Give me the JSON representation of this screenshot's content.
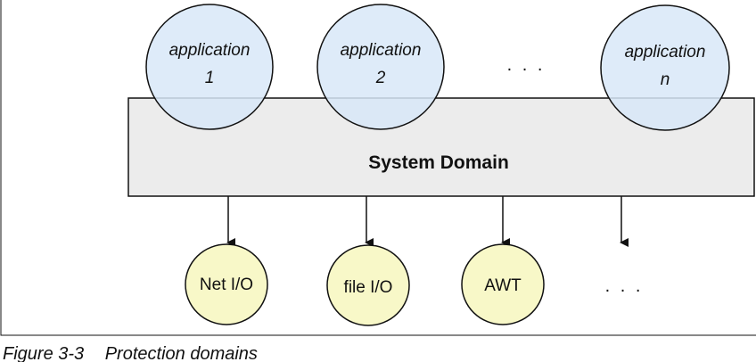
{
  "colors": {
    "app_fill": "#d8e8f8",
    "resource_fill": "#f8f8c8",
    "system_fill": "#ececec",
    "stroke": "#111111"
  },
  "applications": [
    {
      "line1": "application",
      "line2": "1"
    },
    {
      "line1": "application",
      "line2": "2"
    },
    {
      "line1": "application",
      "line2": "n"
    }
  ],
  "applications_ellipsis": ". . .",
  "system_domain": {
    "label": "System Domain"
  },
  "resources": [
    {
      "label": "Net I/O"
    },
    {
      "label": "file I/O"
    },
    {
      "label": "AWT"
    }
  ],
  "resources_ellipsis": ". . .",
  "caption": {
    "figure": "Figure 3-3",
    "title": "Protection domains"
  }
}
